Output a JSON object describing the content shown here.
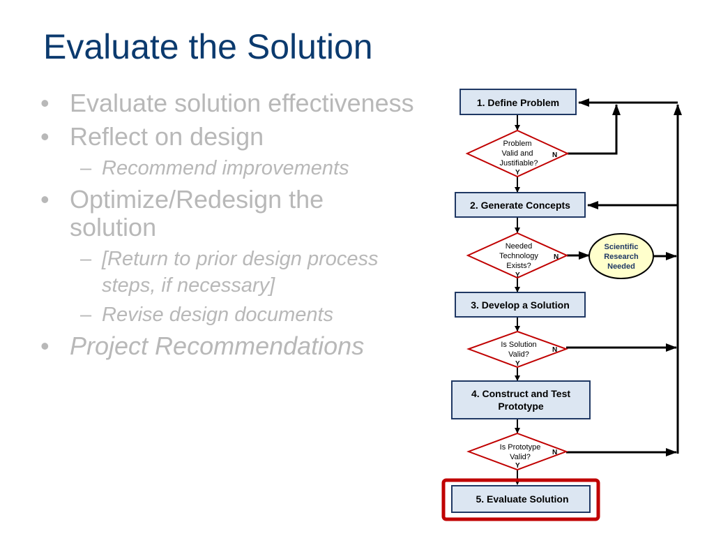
{
  "title": "Evaluate the Solution",
  "bullets": [
    {
      "text": "Evaluate solution effectiveness"
    },
    {
      "text": "Reflect on design",
      "sub": [
        "Recommend improvements"
      ]
    },
    {
      "text": "Optimize/Redesign the solution",
      "sub": [
        "[Return to prior design process steps, if necessary]",
        "Revise design documents"
      ]
    },
    {
      "text": "Project Recommendations"
    }
  ],
  "dash": "–",
  "flowchart": {
    "steps": [
      {
        "label": "1. Define Problem"
      },
      {
        "label": "2. Generate Concepts"
      },
      {
        "label": "3. Develop a Solution"
      },
      {
        "label": "4. Construct and Test",
        "label2": "Prototype"
      },
      {
        "label": "5. Evaluate Solution",
        "highlighted": true
      }
    ],
    "decisions": [
      {
        "lines": [
          "Problem",
          "Valid and",
          "Justifiable?"
        ],
        "no": "N",
        "yes": "Y"
      },
      {
        "lines": [
          "Needed",
          "Technology",
          "Exists?"
        ],
        "no": "N",
        "yes": "Y"
      },
      {
        "lines": [
          "Is Solution",
          "Valid?"
        ],
        "no": "N",
        "yes": "Y"
      },
      {
        "lines": [
          "Is Prototype",
          "Valid?"
        ],
        "no": "N",
        "yes": "Y"
      }
    ],
    "research": {
      "lines": [
        "Scientific",
        "Research",
        "Needed"
      ]
    },
    "colors": {
      "box_fill": "#dce6f2",
      "box_stroke": "#1f3864",
      "diamond_stroke": "#c00000",
      "highlight": "#c00000",
      "research_fill": "#ffffcc",
      "arrow": "#000000"
    }
  }
}
